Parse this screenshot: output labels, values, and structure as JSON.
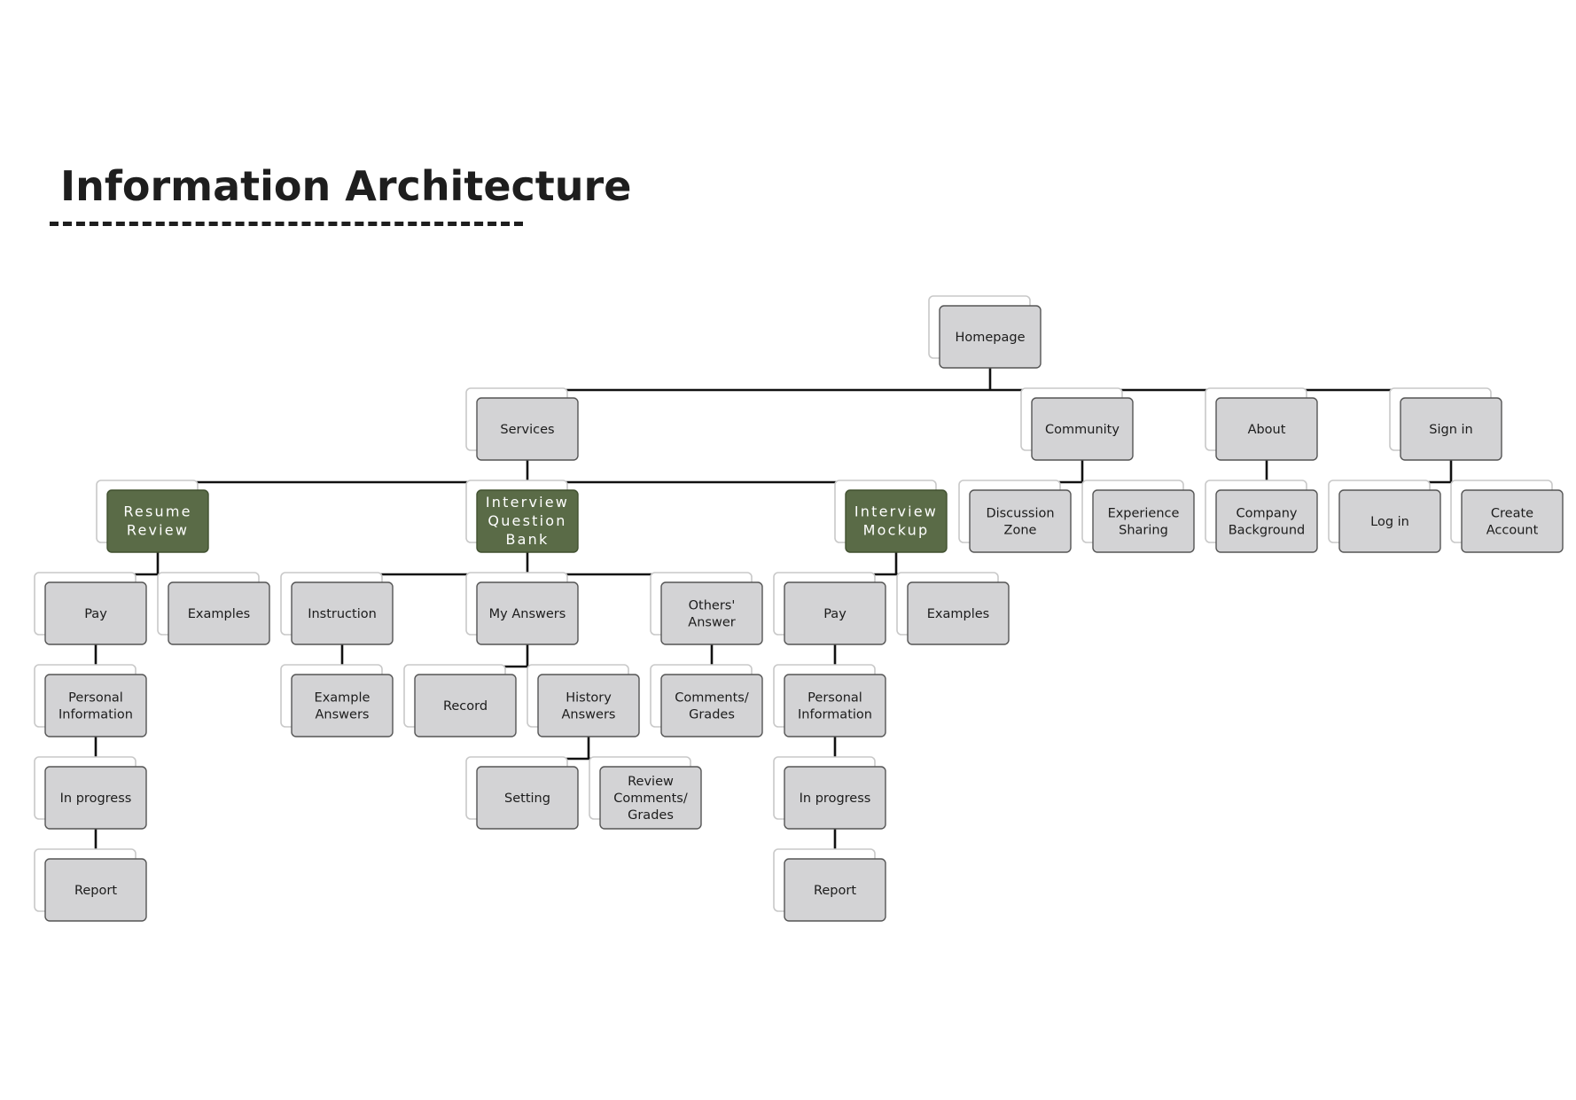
{
  "title": "Information Architecture",
  "colors": {
    "key_node": "#5a6b47",
    "plain_node": "#d3d3d5",
    "connector": "#111111",
    "title": "#1e1e1e"
  },
  "tree": {
    "id": "homepage",
    "label": "Homepage",
    "children": [
      {
        "id": "services",
        "label": "Services",
        "children": [
          {
            "id": "resume-review",
            "label": "Resume Review",
            "highlight": true,
            "children": [
              {
                "id": "rr-pay",
                "label": "Pay",
                "children": [
                  {
                    "id": "rr-personal-information",
                    "label": "Personal Information",
                    "children": [
                      {
                        "id": "rr-in-progress",
                        "label": "In progress",
                        "children": [
                          {
                            "id": "rr-report",
                            "label": "Report"
                          }
                        ]
                      }
                    ]
                  }
                ]
              },
              {
                "id": "rr-examples",
                "label": "Examples"
              }
            ]
          },
          {
            "id": "interview-question-bank",
            "label": "Interview Question Bank",
            "highlight": true,
            "children": [
              {
                "id": "iqb-instruction",
                "label": "Instruction",
                "children": [
                  {
                    "id": "iqb-example-answers",
                    "label": "Example Answers"
                  }
                ]
              },
              {
                "id": "iqb-my-answers",
                "label": "My Answers",
                "children": [
                  {
                    "id": "iqb-record",
                    "label": "Record"
                  },
                  {
                    "id": "iqb-history-answers",
                    "label": "History Answers",
                    "children": [
                      {
                        "id": "iqb-setting",
                        "label": "Setting"
                      },
                      {
                        "id": "iqb-review-comments-grades",
                        "label": "Review Comments/ Grades"
                      }
                    ]
                  }
                ]
              },
              {
                "id": "iqb-others-answer",
                "label": "Others' Answer",
                "children": [
                  {
                    "id": "iqb-comments-grades",
                    "label": "Comments/ Grades"
                  }
                ]
              }
            ]
          },
          {
            "id": "interview-mockup",
            "label": "Interview Mockup",
            "highlight": true,
            "children": [
              {
                "id": "im-pay",
                "label": "Pay",
                "children": [
                  {
                    "id": "im-personal-information",
                    "label": "Personal Information",
                    "children": [
                      {
                        "id": "im-in-progress",
                        "label": "In progress",
                        "children": [
                          {
                            "id": "im-report",
                            "label": "Report"
                          }
                        ]
                      }
                    ]
                  }
                ]
              },
              {
                "id": "im-examples",
                "label": "Examples"
              }
            ]
          }
        ]
      },
      {
        "id": "community",
        "label": "Community",
        "children": [
          {
            "id": "discussion-zone",
            "label": "Discussion Zone"
          },
          {
            "id": "experience-sharing",
            "label": "Experience Sharing"
          }
        ]
      },
      {
        "id": "about",
        "label": "About",
        "children": [
          {
            "id": "company-background",
            "label": "Company Background"
          }
        ]
      },
      {
        "id": "sign-in",
        "label": "Sign in",
        "children": [
          {
            "id": "log-in",
            "label": "Log in"
          },
          {
            "id": "create-account",
            "label": "Create Account"
          }
        ]
      }
    ]
  }
}
